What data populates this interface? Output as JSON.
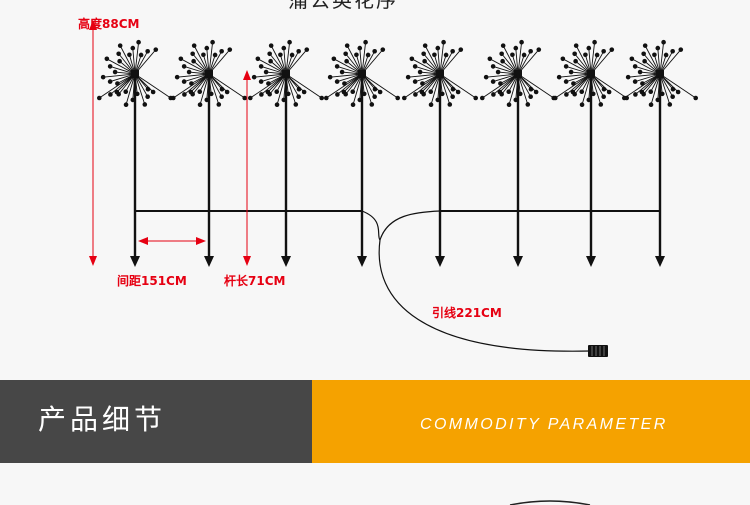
{
  "title_fragment": "蒲公英花序",
  "dimensions": {
    "height_label": "高度88CM",
    "spacing_label": "间距151CM",
    "pole_label": "杆长71CM",
    "lead_label": "引线221CM"
  },
  "stakes": {
    "count": 8,
    "groups": [
      4,
      4
    ]
  },
  "banner": {
    "cn_title": "产品细节",
    "en_title": "COMMODITY PARAMETER",
    "left_color": "#474747",
    "right_color": "#f5a200"
  },
  "colors": {
    "annotation": "#e60012",
    "line": "#111111"
  }
}
